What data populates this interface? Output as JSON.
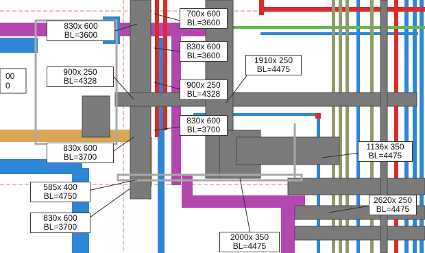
{
  "drawing": {
    "colors": {
      "background": "#ffffff",
      "duct_grey": "#7a7a7a",
      "duct_grey_light": "#a8a8a8",
      "duct_dark": "#4a4a4a",
      "pipe_blue": "#2e86d6",
      "pipe_purple": "#b347b0",
      "pipe_tan": "#d9a657",
      "pipe_red": "#dd2a2a",
      "pipe_green": "#62b84a",
      "riser_olive": "#8f9b6c",
      "gridline_red": "#e07a7a"
    },
    "edge_fragment_lines": [
      "00",
      "0"
    ]
  },
  "tags": [
    {
      "id": "t1",
      "size": "830x 600",
      "bl": "BL=3600"
    },
    {
      "id": "t2",
      "size": "700x 600",
      "bl": "BL=3600"
    },
    {
      "id": "t3",
      "size": "830x 600",
      "bl": "BL=3600"
    },
    {
      "id": "t4",
      "size": "1910x 250",
      "bl": "BL=4475"
    },
    {
      "id": "t5",
      "size": "900x 250",
      "bl": "BL=4328"
    },
    {
      "id": "t6",
      "size": "900x 250",
      "bl": "BL=4328"
    },
    {
      "id": "t7",
      "size": "830x 600",
      "bl": "BL=3700"
    },
    {
      "id": "t8",
      "size": "830x 600",
      "bl": "BL=3700"
    },
    {
      "id": "t9",
      "size": "1136x 350",
      "bl": "BL=4475"
    },
    {
      "id": "t10",
      "size": "585x 400",
      "bl": "BL=4750"
    },
    {
      "id": "t11",
      "size": "2620x 250",
      "bl": "BL=4475"
    },
    {
      "id": "t12",
      "size": "830x 600",
      "bl": "BL=3700"
    },
    {
      "id": "t13",
      "size": "2000x 350",
      "bl": "BL=4475"
    }
  ]
}
